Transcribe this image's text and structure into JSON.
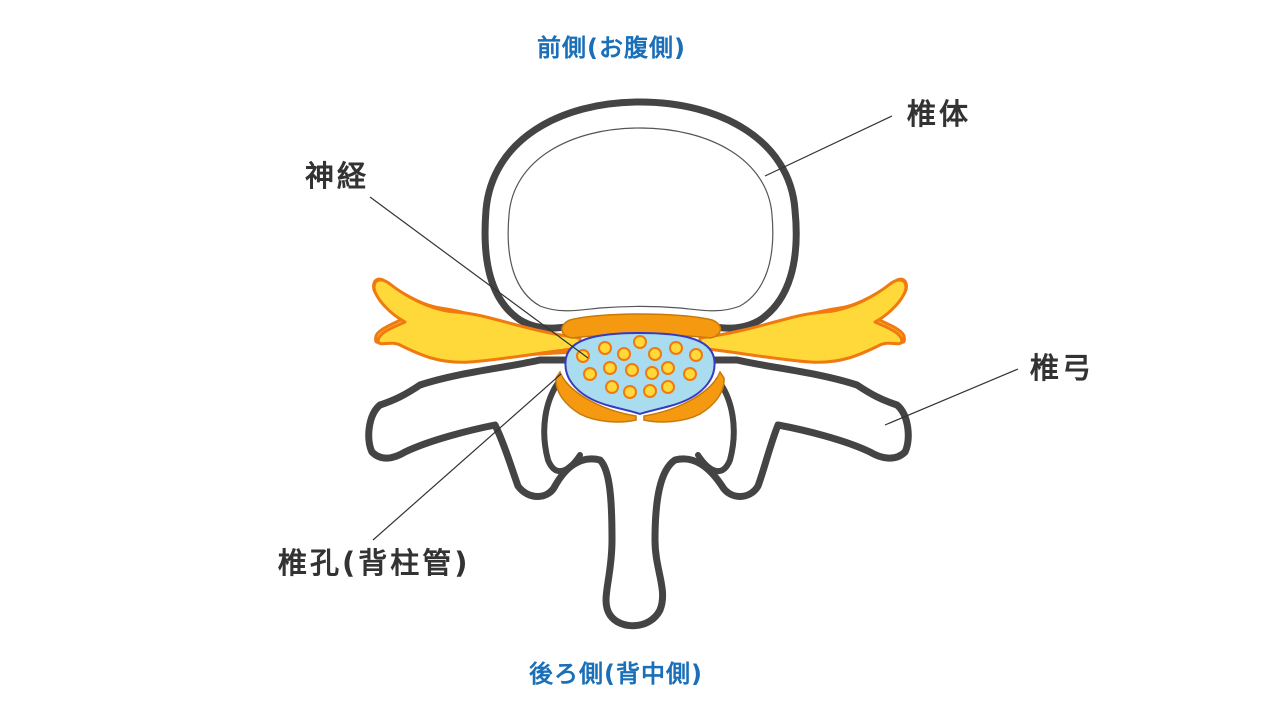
{
  "labels": {
    "anterior": "前側(お腹側)",
    "posterior": "後ろ側(背中側)",
    "vertebral_body": "椎体",
    "nerve": "神経",
    "vertebral_arch": "椎弓",
    "vertebral_foramen": "椎孔(背柱管)"
  },
  "colors": {
    "direction_text": "#1a6fb8",
    "label_text": "#333333",
    "bone_outline": "#444444",
    "nerve_root": "#ffd93a",
    "nerve_outline": "#f07a10",
    "dura": "#f59a10",
    "canal": "#a8dcee",
    "canal_outline": "#3a3ac0",
    "fiber": "#ffd93a",
    "fiber_outline": "#f07a10"
  }
}
